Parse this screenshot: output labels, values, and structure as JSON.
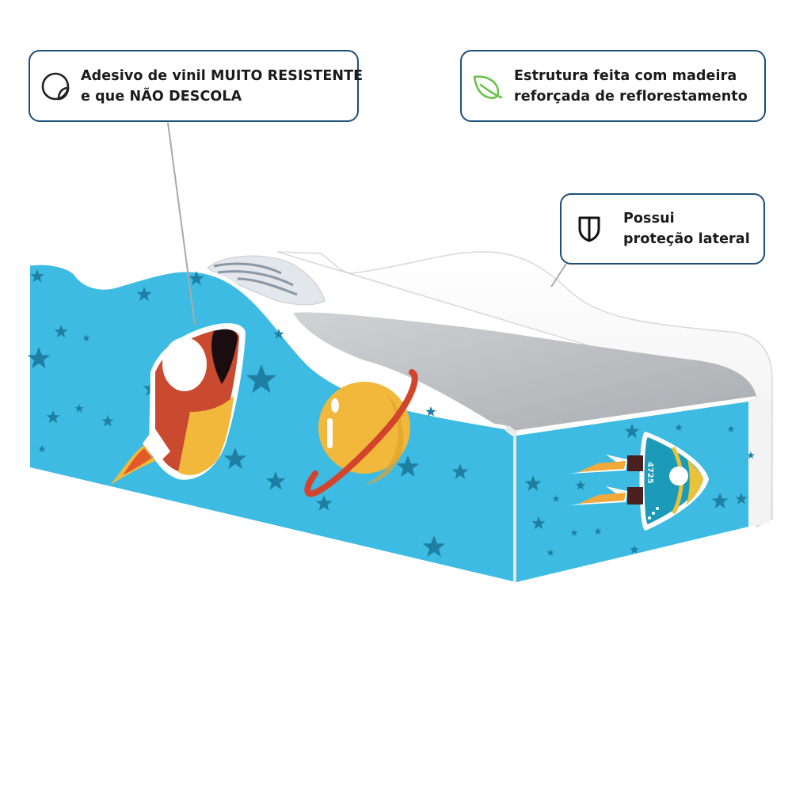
{
  "callouts": [
    {
      "id": "adhesive",
      "icon": "sticker-peel-icon",
      "lines": [
        "Adesivo de vinil MUITO RESISTENTE",
        "e que NÃO DESCOLA"
      ]
    },
    {
      "id": "structure",
      "icon": "leaf-icon",
      "lines": [
        "Estrutura feita com madeira",
        "reforçada de reflorestamento"
      ]
    },
    {
      "id": "protection",
      "icon": "shield-icon",
      "lines": [
        "Possui",
        "proteção lateral"
      ]
    }
  ],
  "product": {
    "type": "children-bed",
    "theme": "space",
    "rocket_number": "4725"
  },
  "colors": {
    "callout_border": "#1f4e79",
    "panel_blue": "#3dbbe3",
    "star_blue": "#1f7fa3",
    "leaf_green": "#6cc24a",
    "mattress_gray": "#b9bcc0",
    "frame_white": "#fbfbfb"
  }
}
